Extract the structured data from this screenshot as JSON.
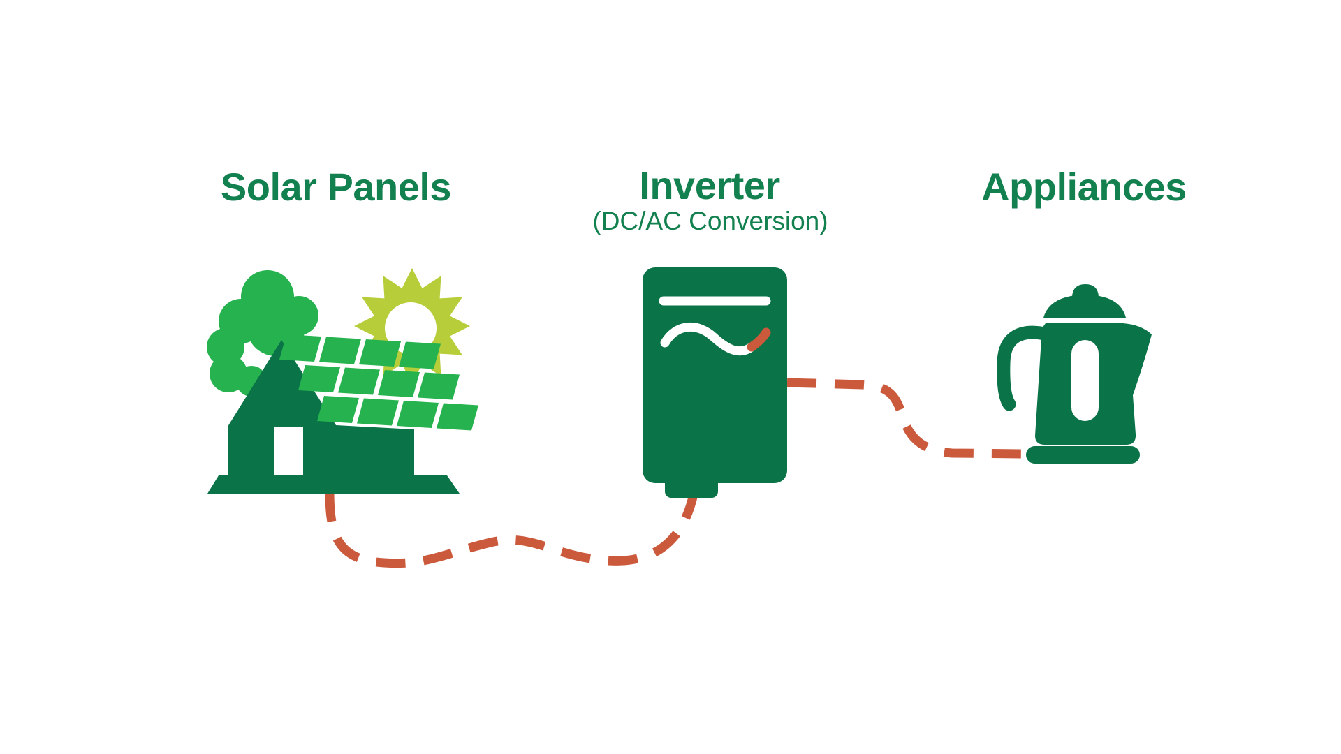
{
  "diagram": {
    "nodes": [
      {
        "id": "solar-panels",
        "label": "Solar Panels",
        "sublabel": "",
        "icon": "house-with-solar-panels-tree-and-sun"
      },
      {
        "id": "inverter",
        "label": "Inverter",
        "sublabel": "(DC/AC Conversion)",
        "icon": "inverter-unit-with-sine-wave"
      },
      {
        "id": "appliances",
        "label": "Appliances",
        "sublabel": "",
        "icon": "electric-kettle"
      }
    ],
    "connections": [
      {
        "from": "solar-panels",
        "to": "inverter",
        "style": "dashed"
      },
      {
        "from": "inverter",
        "to": "appliances",
        "style": "dashed"
      }
    ]
  },
  "colors": {
    "background": "#ffffff",
    "dark_green": "#0a7347",
    "bright_green": "#26b24e",
    "sun_yellow_green": "#b7cd3a",
    "connector_orange": "#cb5a3c",
    "label_green": "#13804f"
  }
}
